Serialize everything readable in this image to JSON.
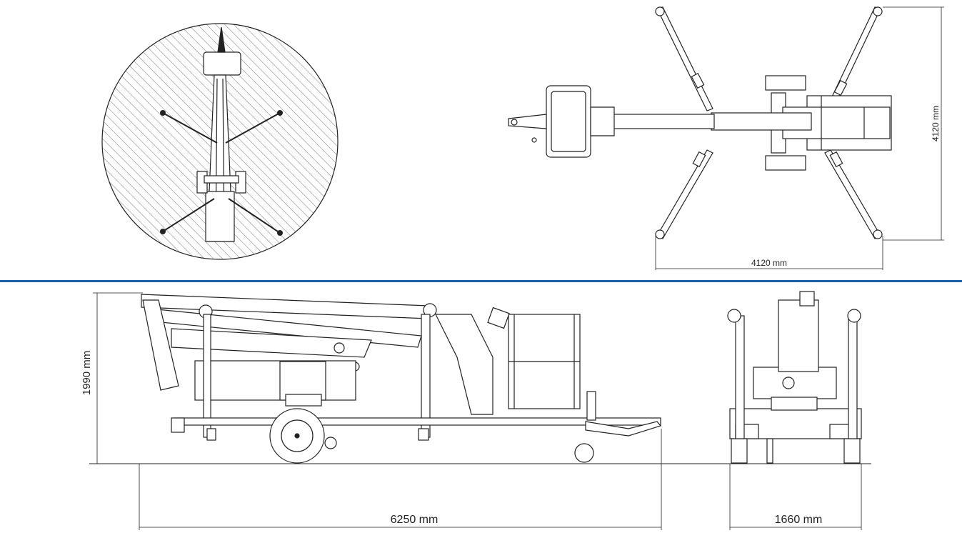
{
  "dimensions": {
    "top_view_width": "4120 mm",
    "top_view_height": "4120 mm",
    "side_view_length": "6250 mm",
    "side_view_height": "1990 mm",
    "rear_view_width": "1660 mm"
  },
  "colors": {
    "divider": "#1f5fa6",
    "line": "#222222",
    "hatch": "#555555"
  }
}
